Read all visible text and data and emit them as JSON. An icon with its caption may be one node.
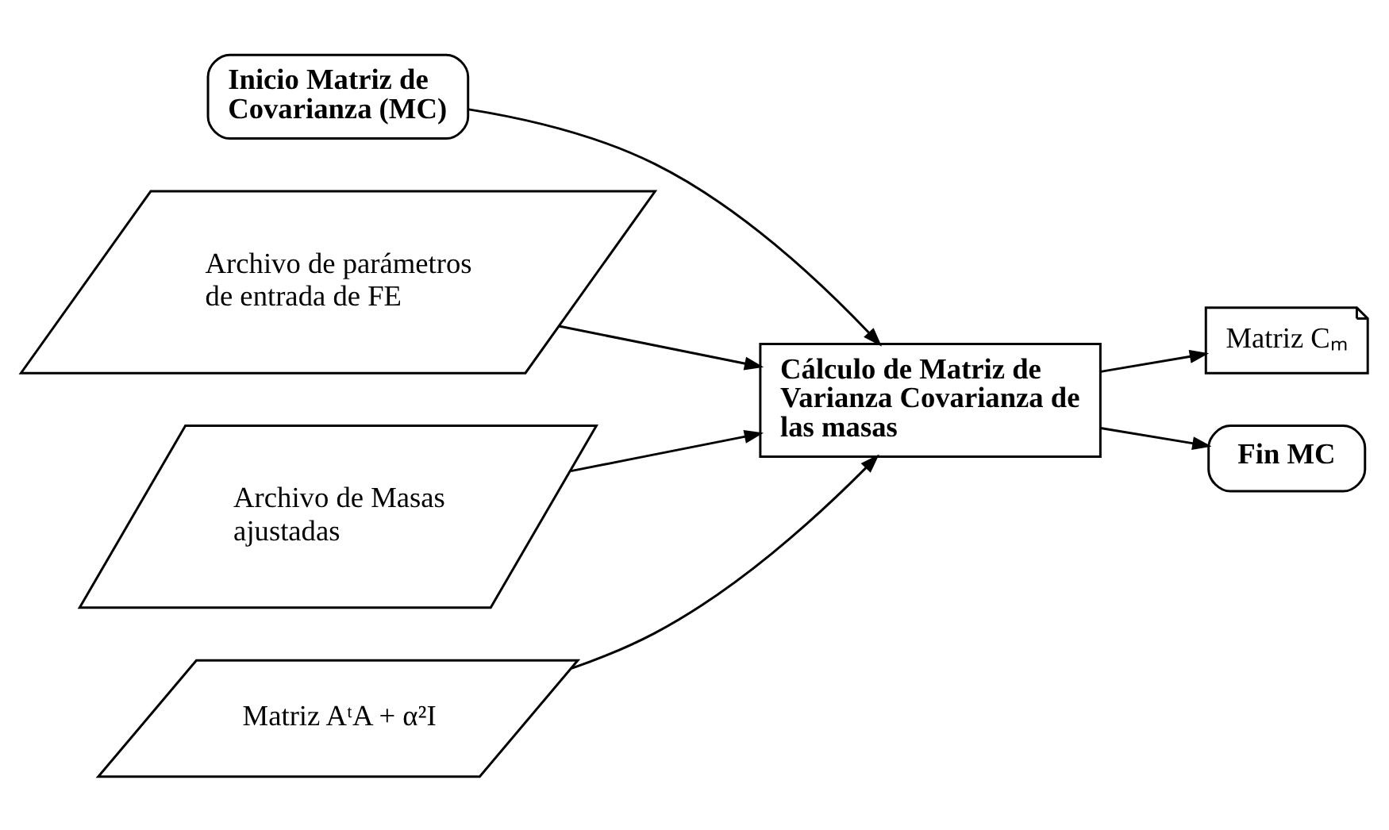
{
  "diagram": {
    "nodes": [
      {
        "text": [
          "Inicio Matriz de Covarianza (MC)"
        ]
      },
      {
        "text": [
          "Archivo de parámetros de entrada de FE"
        ]
      },
      {
        "text": [
          "Archivo de Masas ajustadas"
        ]
      },
      {
        "text": [
          "Matriz AᵗA + α²I"
        ]
      },
      {
        "text": [
          "Cálculo de Matriz de Varianza Covarianza de las masas"
        ]
      },
      {
        "text": [
          "Matriz Cₘ"
        ]
      },
      {
        "text": [
          "Fin MC"
        ]
      }
    ],
    "edges": [
      {
        "from": 0,
        "to": 4,
        "arrow": "to"
      },
      {
        "from": 1,
        "to": 4,
        "arrow": "to"
      },
      {
        "from": 2,
        "to": 4,
        "arrow": "to"
      },
      {
        "from": 3,
        "to": 4,
        "arrow": "to"
      },
      {
        "from": 4,
        "to": 5,
        "arrow": "to"
      },
      {
        "from": 4,
        "to": 6,
        "arrow": "to"
      }
    ]
  }
}
